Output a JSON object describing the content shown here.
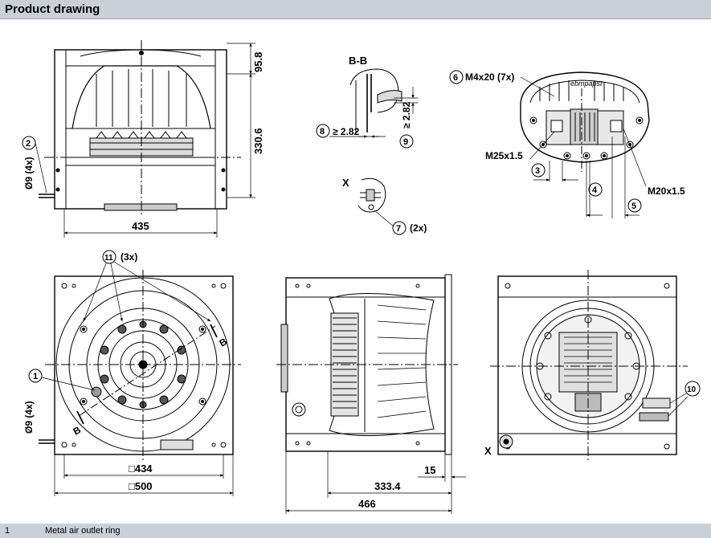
{
  "header": {
    "title": "Product drawing"
  },
  "dims": {
    "d_95_8": "95.8",
    "d_330_6": "330.6",
    "d_435": "435",
    "d_434": "□434",
    "d_500": "□500",
    "d_333_4": "333.4",
    "d_466": "466",
    "d_15": "15",
    "d_2_82a": "≥ 2.82",
    "d_2_82b": "≥ 2.82",
    "hole_tl": "Ø9 (4x)",
    "hole_bl": "Ø9 (4x)",
    "m4x20": "M4x20 (7x)",
    "m25": "M25x1.5",
    "m20": "M20x1.5",
    "bb": "B-B",
    "x1": "X",
    "x2": "X",
    "b1": "B",
    "b2": "B",
    "c2": "(2x)",
    "c3": "(3x)",
    "brand": "ebmpapst"
  },
  "callouts": {
    "n1": "1",
    "n2": "2",
    "n3": "3",
    "n4": "4",
    "n5": "5",
    "n6": "6",
    "n7": "7",
    "n8": "8",
    "n9": "9",
    "n10": "10",
    "n11": "11"
  },
  "footer": {
    "number": "1",
    "text": "Metal air outlet ring"
  }
}
